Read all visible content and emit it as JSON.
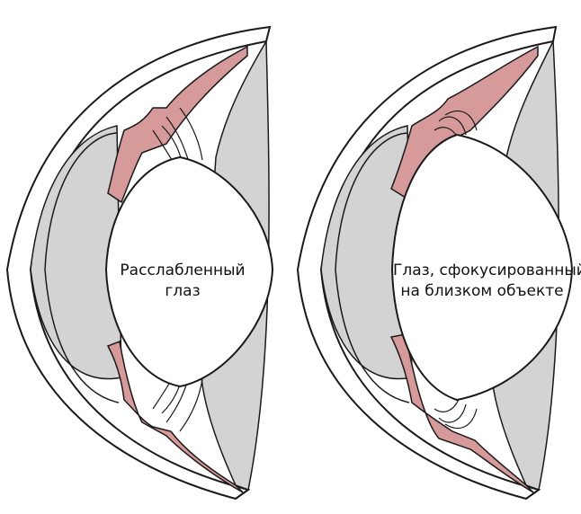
{
  "figure": {
    "relaxed_label_line1": "Расслабленный",
    "relaxed_label_line2": "глаз",
    "focused_label_line1": "Глаз, сфокусированный",
    "focused_label_line2": "на близком объекте"
  },
  "colors": {
    "background": "#ffffff",
    "outline": "#1a1a1a",
    "eye_fluid_gray": "#d3d3d3",
    "ciliary_muscle_pink": "#d59a99",
    "lens_white": "#ffffff"
  }
}
